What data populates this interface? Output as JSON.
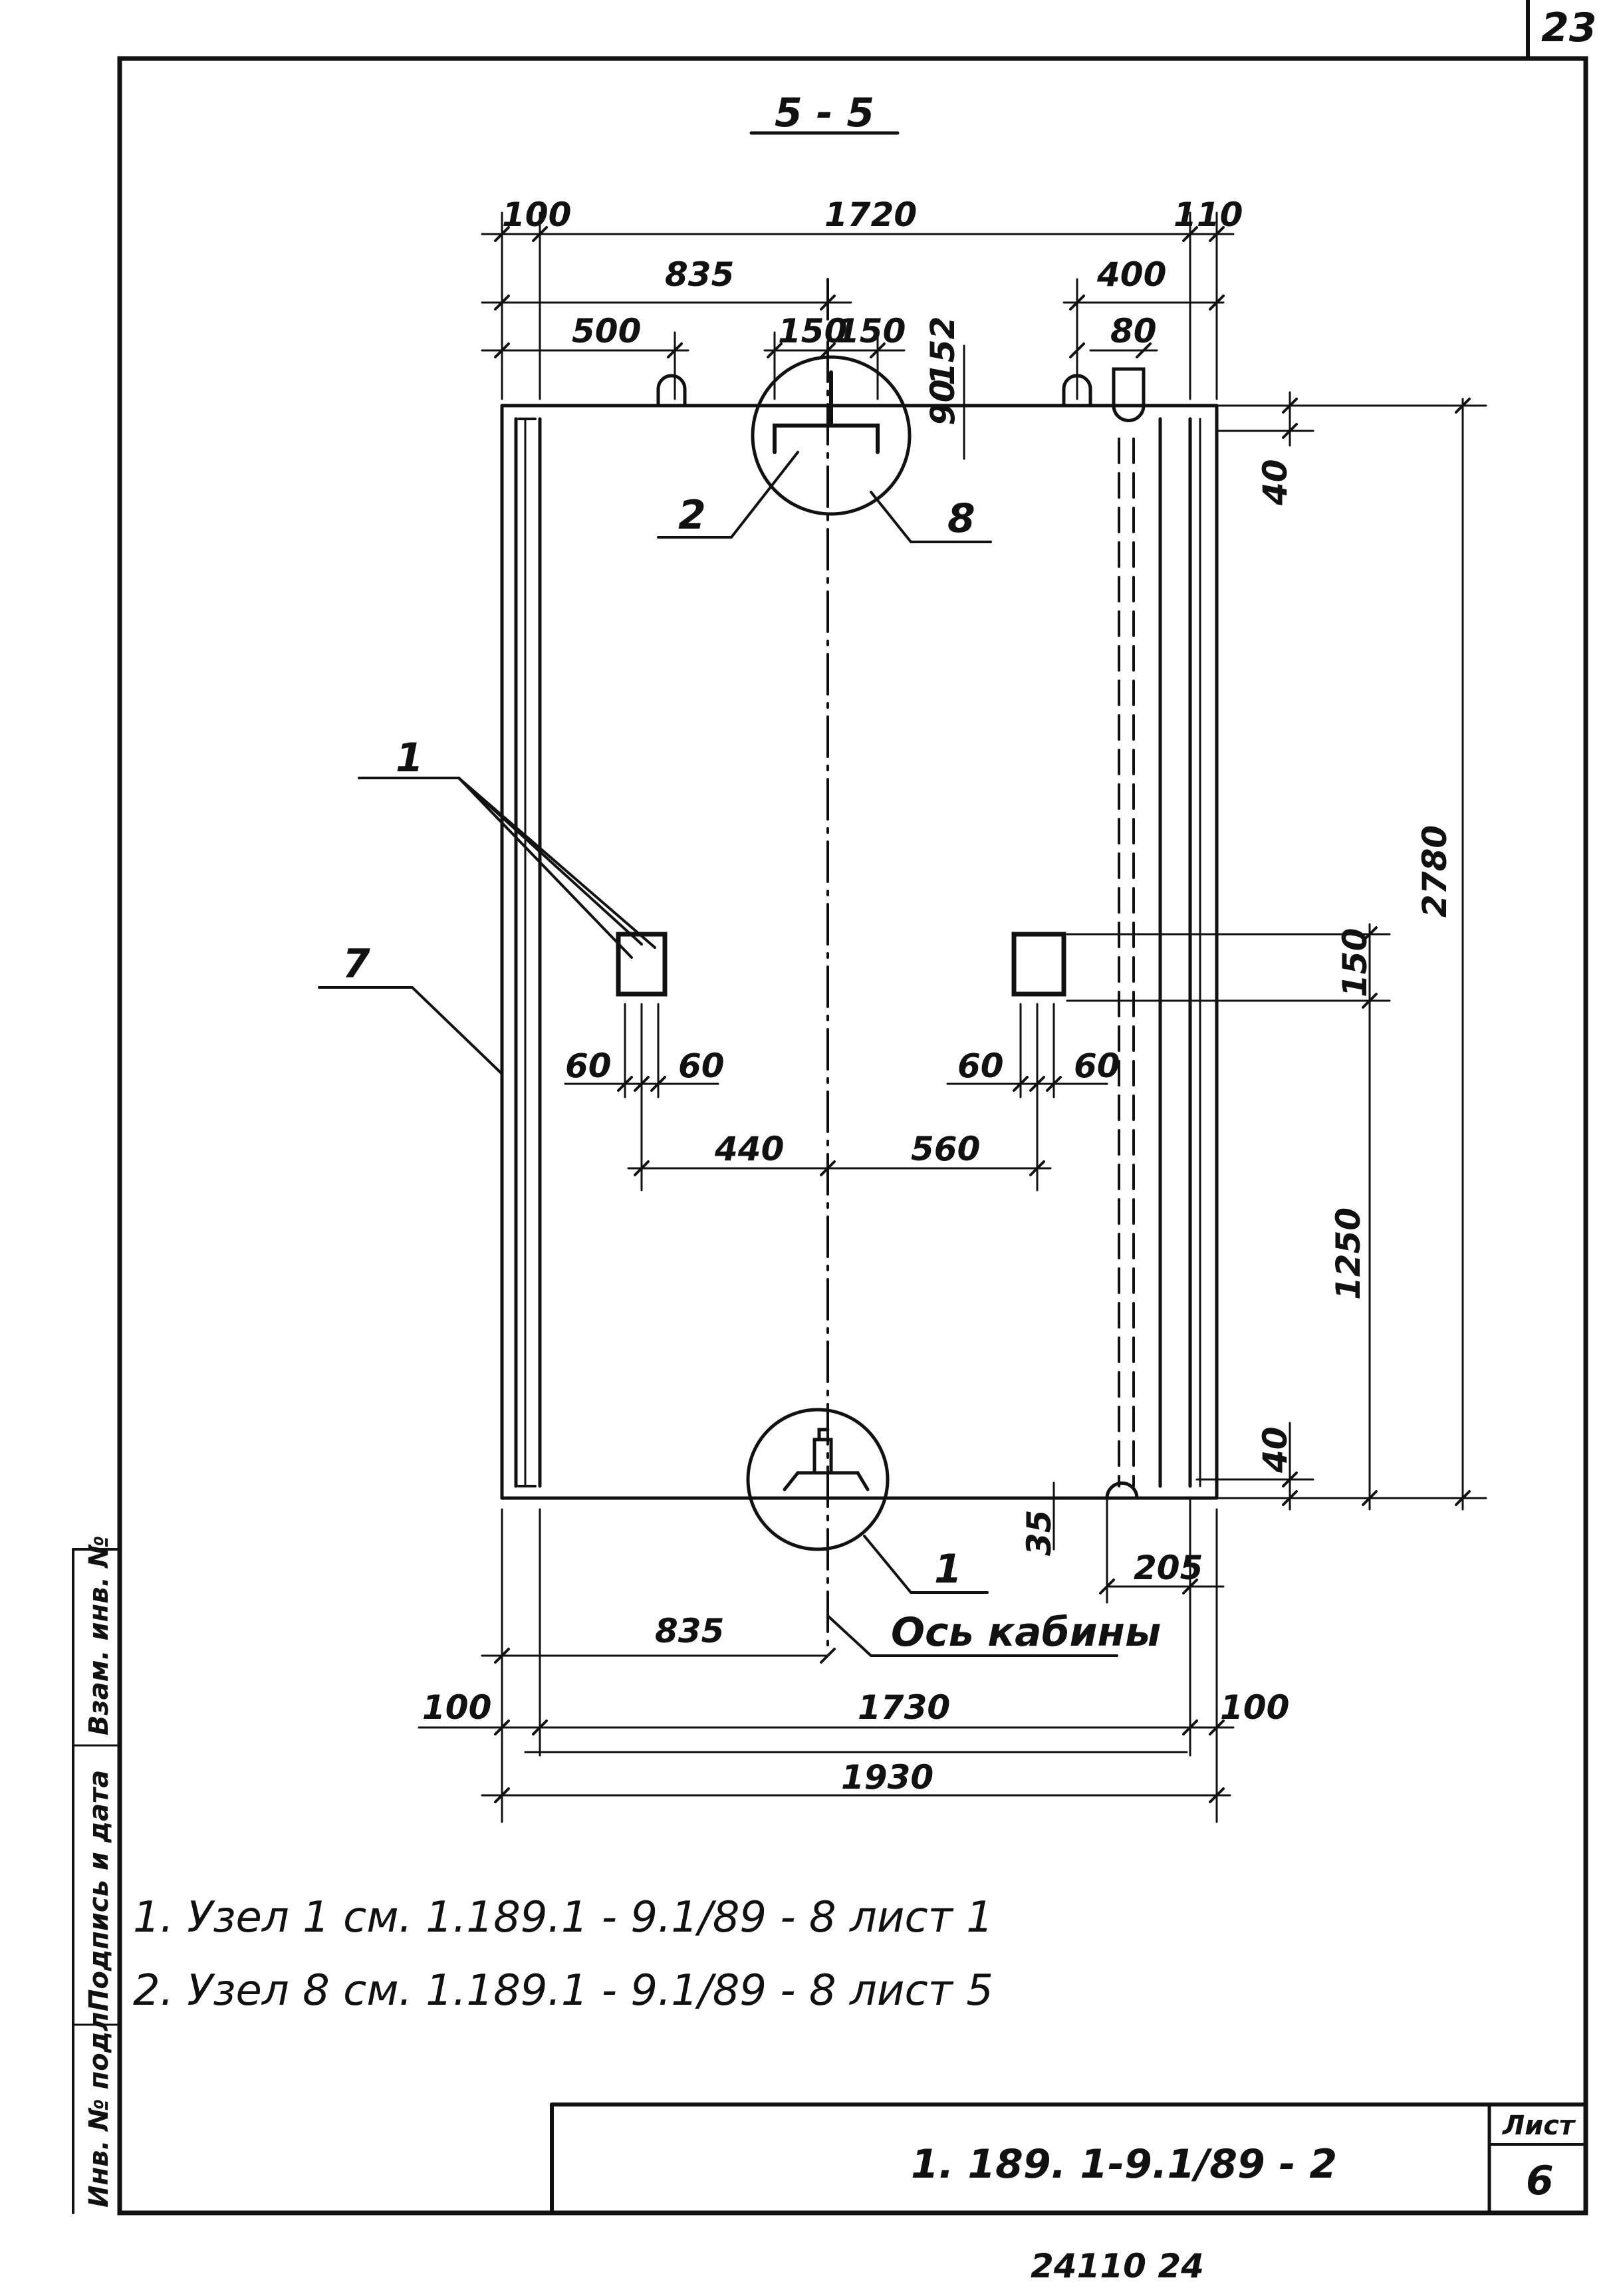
{
  "sheet": {
    "page_number": "23",
    "section_title": "5 - 5",
    "designation": "1. 189. 1-9.1/89 - 2",
    "sheet_label": "Лист",
    "sheet_number": "6",
    "bottom_code": "24110   24"
  },
  "side_stamp": {
    "inv_original": "Инв. № подл.",
    "signature_date": "Подпись и дата",
    "inv_replacement": "Взам. инв. №"
  },
  "callouts": {
    "node_1": "1",
    "node_2": "2",
    "node_7": "7",
    "node_8": "8",
    "node_1_bottom": "1",
    "cabin_axis": "Ось кабины"
  },
  "dimensions": {
    "top_100": "100",
    "top_1720": "1720",
    "top_110": "110",
    "top_835": "835",
    "top_400": "400",
    "top_500": "500",
    "top_150_left": "150",
    "top_150_right": "150",
    "top_80": "80",
    "top_90": "90",
    "top_152": "152",
    "right_40_top": "40",
    "right_2780": "2780",
    "right_150": "150",
    "right_1250": "1250",
    "right_40_bottom": "40",
    "mid_60_a": "60",
    "mid_60_b": "60",
    "mid_60_c": "60",
    "mid_60_d": "60",
    "mid_440": "440",
    "mid_560": "560",
    "bottom_35": "35",
    "bottom_205": "205",
    "bottom_835": "835",
    "bottom_100_left": "100",
    "bottom_1730": "1730",
    "bottom_100_right": "100",
    "bottom_1930": "1930"
  },
  "notes": [
    "1. Узел  1  см.  1.189.1 - 9.1/89 - 8  лист 1",
    "2. Узел  8  см.  1.189.1 - 9.1/89 - 8  лист 5"
  ]
}
